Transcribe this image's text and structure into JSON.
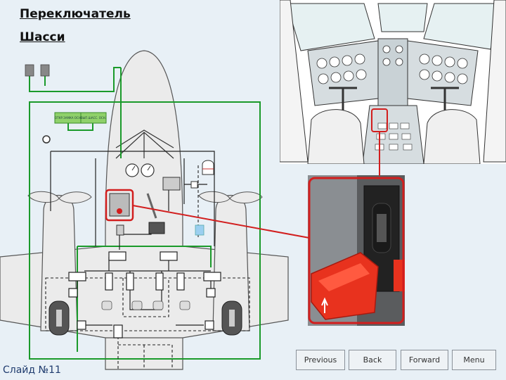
{
  "title": {
    "line1": "Переключатель",
    "line2": "Шасси"
  },
  "diagram": {
    "panel_label_left": "ОТКР.ЗАМКА ОСН.",
    "panel_label_right": "ВЫП.ШАСС. ОСН."
  },
  "nav": {
    "previous": "Previous",
    "back": "Back",
    "forward": "Forward",
    "menu": "Menu"
  },
  "slide_label": "Слайд №11",
  "colors": {
    "background": "#e8f0f6",
    "aircraft_fill": "#ebebeb",
    "green_line": "#1a9a2a",
    "red_highlight": "#d21e1e",
    "lever_red": "#e8321e",
    "panel_green": "#8fd16a"
  }
}
